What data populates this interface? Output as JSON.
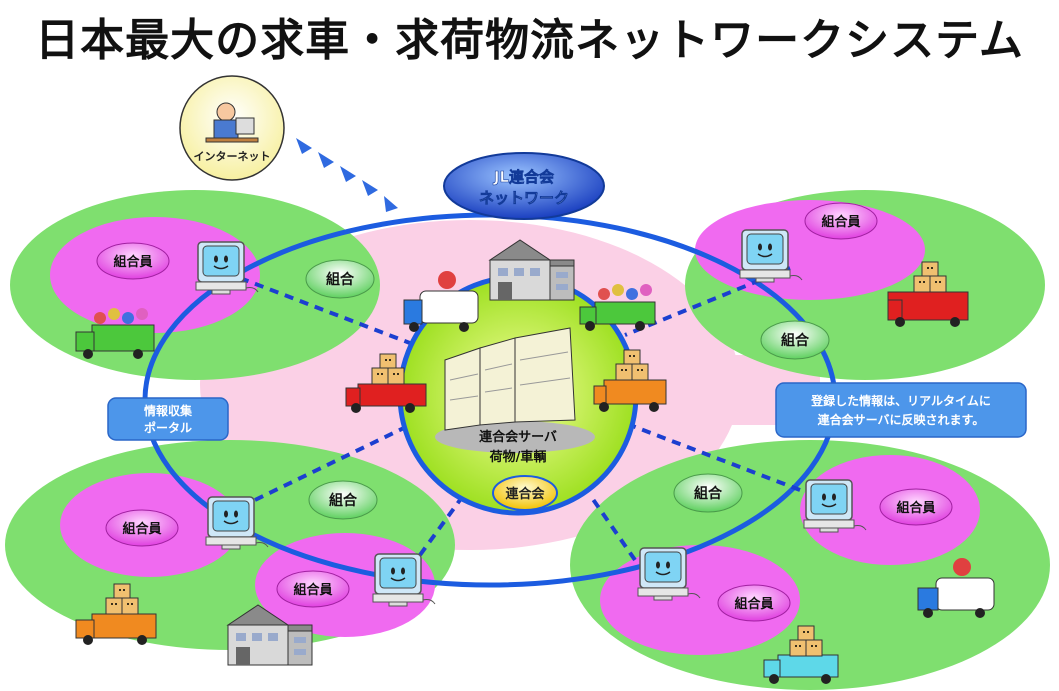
{
  "title": "日本最大の求車・求荷物流ネットワークシステム",
  "internet_label": "インターネット",
  "network_badge": {
    "line1": "JL連合会",
    "line2": "ネットワーク"
  },
  "server": {
    "line1": "連合会サーバ",
    "line2": "荷物/車輌"
  },
  "federation_label": "連合会",
  "portal_label": {
    "line1": "情報収集",
    "line2": "ポータル"
  },
  "info_note": {
    "line1": "登録した情報は、リアルタイムに",
    "line2": "連合会サーバに反映されます。"
  },
  "union_label": "組合",
  "member_label": "組合員",
  "colors": {
    "green": "#7fdf6f",
    "pink": "#f06af0",
    "blue": "#1c5ce0",
    "ring_center": "#c4f03c"
  }
}
